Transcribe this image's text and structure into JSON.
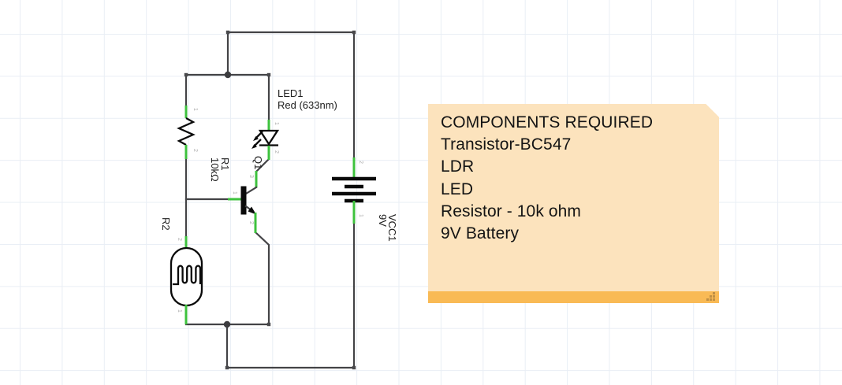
{
  "colors": {
    "wire": "#434346",
    "terminal": "#3dc23d",
    "symbol": "#0a0a0a",
    "junction": "#3c3c3f",
    "label": "#1c1c1c",
    "pin": "#ababab",
    "grid": "#e9eef5",
    "note_bg": "#fce3bd",
    "note_bar": "#f9ba55",
    "note_fold": "#f5ae49",
    "note_grip": "#bf8f44",
    "note_text": "#141414"
  },
  "components": {
    "r1": {
      "ref": "R1",
      "value": "10kΩ",
      "pin_top": "1",
      "pin_bottom": "2"
    },
    "ldr": {
      "ref": "R2",
      "pin_top": "2",
      "pin_bottom": "1"
    },
    "led": {
      "ref": "LED1",
      "value": "Red (633nm)",
      "pin_top": "1",
      "pin_bottom": "2"
    },
    "npn": {
      "ref": "Q1",
      "pin_base": "1",
      "pin_collector": "3",
      "pin_emitter": "2"
    },
    "battery": {
      "ref": "VCC1",
      "value": "9V",
      "pin_top": "2",
      "pin_bottom": "1"
    }
  },
  "note": {
    "title": "COMPONENTS REQUIRED",
    "items": [
      "Transistor-BC547",
      "LDR",
      "LED",
      "Resistor - 10k ohm",
      "9V Battery"
    ]
  }
}
